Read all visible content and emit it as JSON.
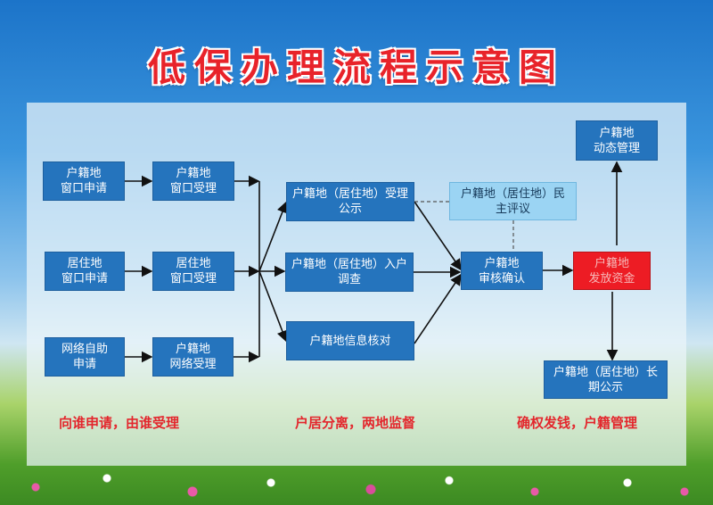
{
  "title": "低保办理流程示意图",
  "nodes": {
    "a1": "户籍地\n窗口申请",
    "b1": "户籍地\n窗口受理",
    "a2": "居住地\n窗口申请",
    "b2": "居住地\n窗口受理",
    "a3": "网络自助\n申请",
    "b3": "户籍地\n网络受理",
    "c1": "户籍地（居住地）受理公示",
    "c2": "户籍地（居住地）入户调查",
    "c3": "户籍地信息核对",
    "d": "户籍地（居住地）民主评议",
    "e": "户籍地\n审核确认",
    "f": "户籍地\n发放资金",
    "g": "户籍地\n动态管理",
    "h": "户籍地（居住地）长期公示"
  },
  "notes": [
    "向谁申请，由谁受理",
    "户居分离，两地监督",
    "确权发钱，户籍管理"
  ],
  "colors": {
    "box": "#2574bd",
    "highlight": "#ed1c24",
    "light": "#9bd4f3",
    "note": "#e3262c"
  }
}
